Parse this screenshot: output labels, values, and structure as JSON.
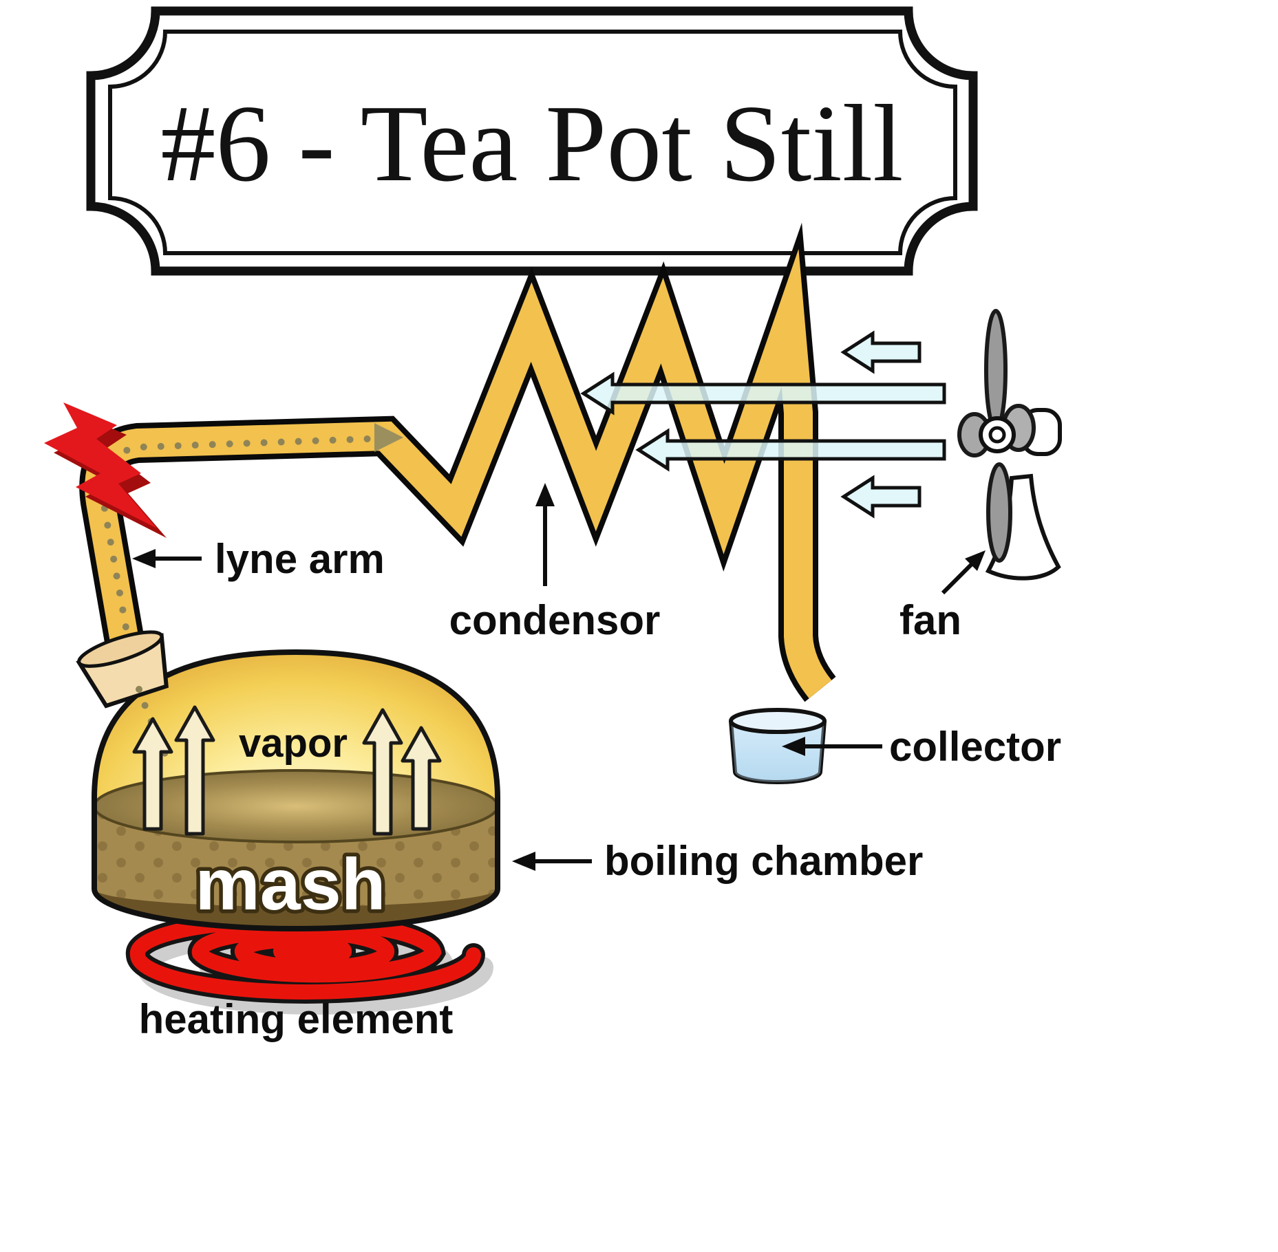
{
  "title": "#6 - Tea Pot Still",
  "diagram": {
    "labels": {
      "lyne_arm": "lyne arm",
      "condensor": "condensor",
      "fan": "fan",
      "collector": "collector",
      "boiling_chamber": "boiling chamber",
      "heating_element": "heating element",
      "vapor": "vapor",
      "mash": "mash"
    },
    "colors": {
      "pipe": "#F2C14E",
      "pipe_outline": "#0a0a0a",
      "lightning": "#E3181D",
      "lightning_shadow": "#A30D0D",
      "air_arrow": "#DCF6F8",
      "heating_coil": "#E8140C",
      "collector_body": "#C2E3F5",
      "vapor_arrow": "#F6EECD",
      "mash_body": "#A58A4F"
    }
  }
}
